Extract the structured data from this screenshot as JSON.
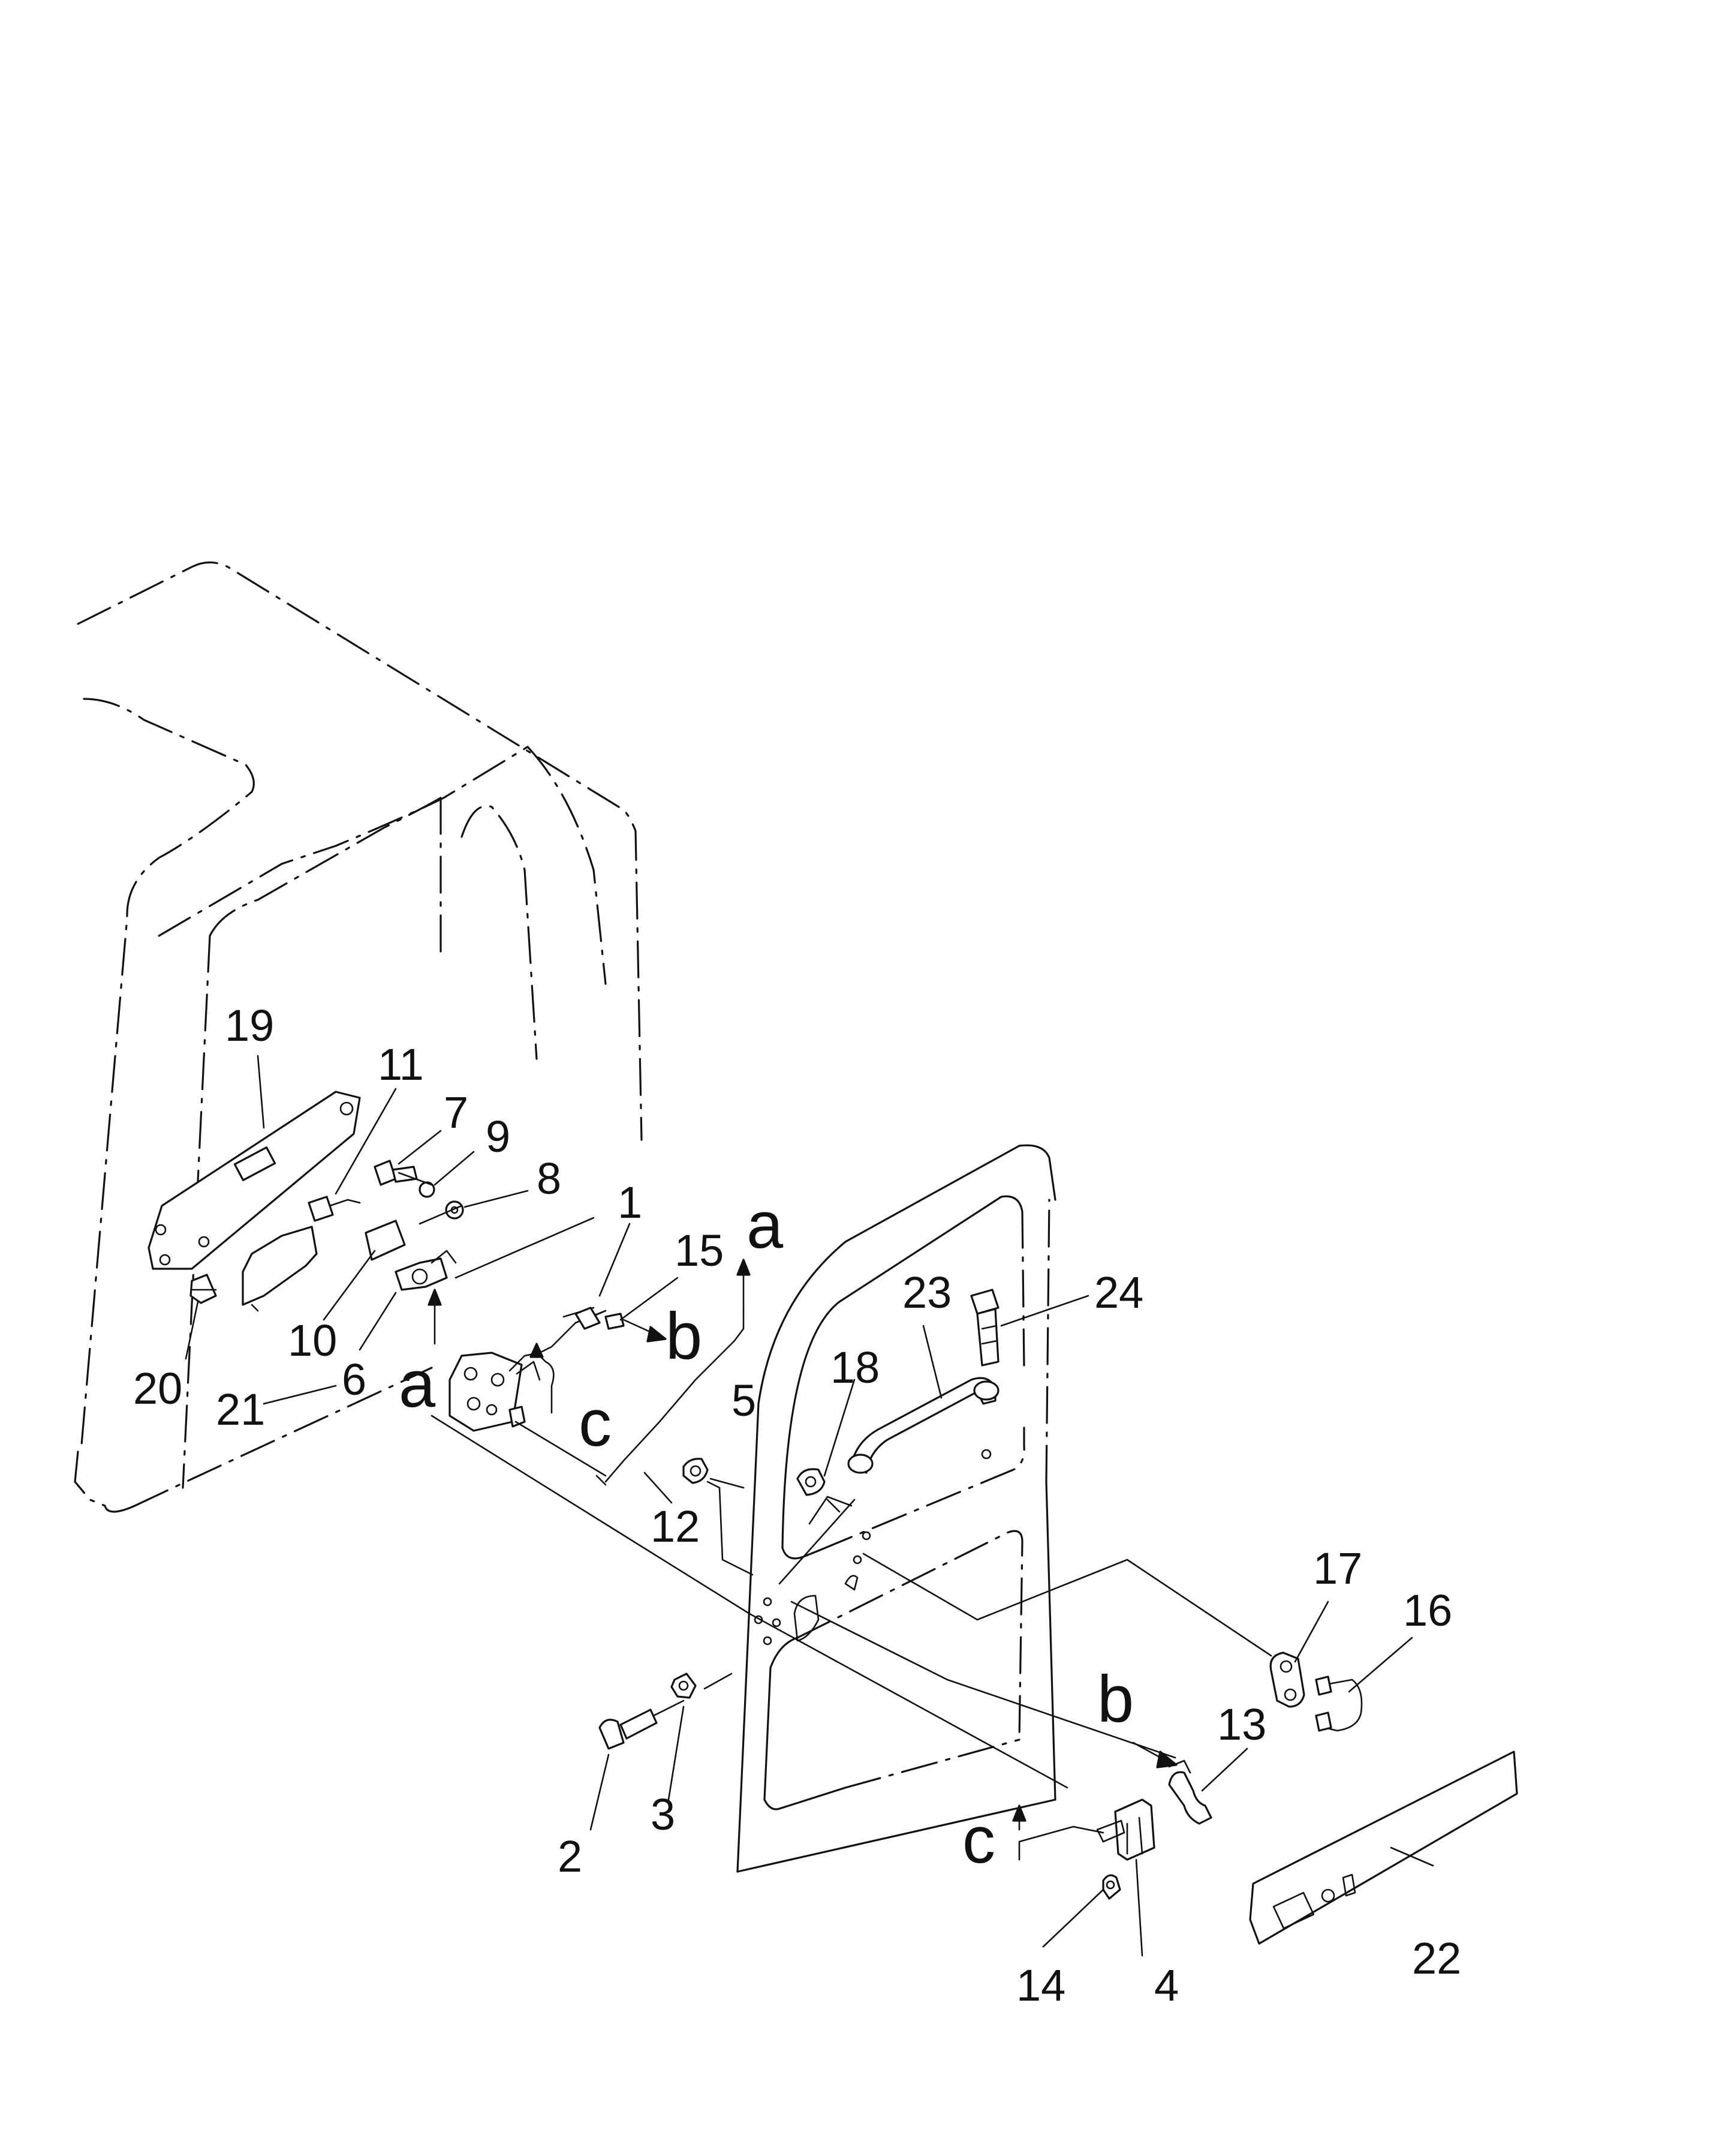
{
  "callouts": [
    "1",
    "2",
    "3",
    "4",
    "5",
    "6",
    "7",
    "8",
    "9",
    "10",
    "11",
    "12",
    "13",
    "14",
    "15",
    "16",
    "17",
    "18",
    "19",
    "20",
    "21",
    "22",
    "23",
    "24"
  ],
  "view_letters": {
    "a1": "a",
    "a2": "a",
    "b1": "b",
    "b2": "b",
    "c1": "c",
    "c2": "c"
  }
}
